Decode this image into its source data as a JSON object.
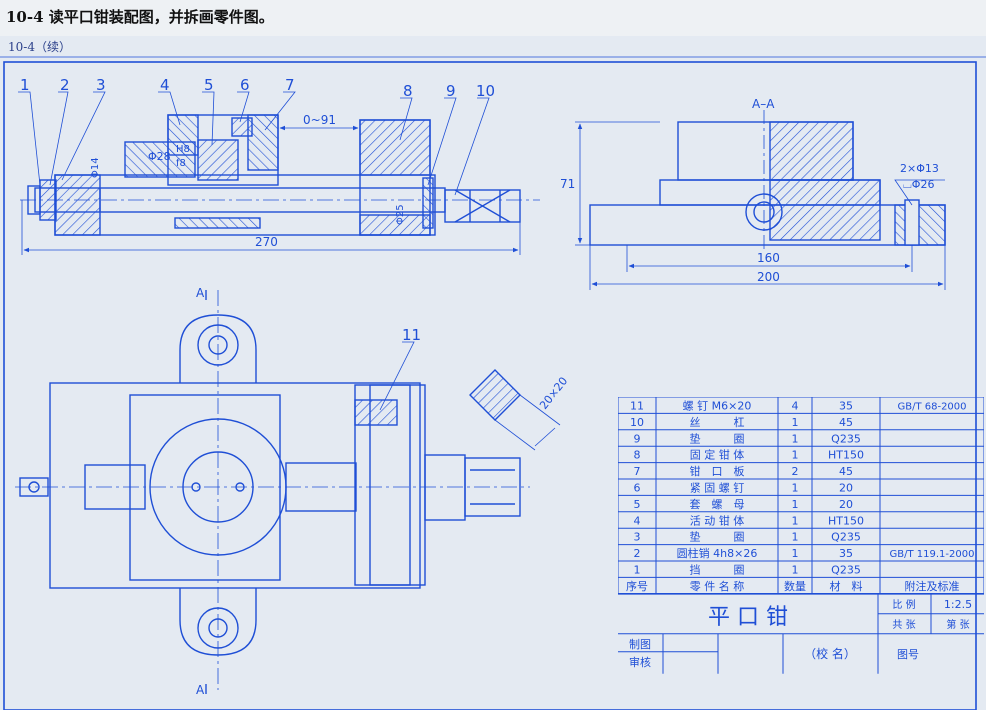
{
  "header": {
    "title": "10-4 读平口钳装配图，并拆画零件图。",
    "subtitle": "10-4（续）"
  },
  "drawing": {
    "line_color": "#1f4fd6",
    "paper_color": "#e4eaf2",
    "balloons": [
      "1",
      "2",
      "3",
      "4",
      "5",
      "6",
      "7",
      "8",
      "9",
      "10",
      "11"
    ],
    "dims": {
      "travel": "0~91",
      "total_length": "270",
      "d28": "Φ28",
      "fit_h8": "H8",
      "fit_f8": "f8",
      "d14": "Φ14",
      "d25": "Φ25",
      "height": "71",
      "inner": "160",
      "outer": "200",
      "holes": "2×Φ13",
      "cbore": "⌴Φ26",
      "square": "20×20"
    },
    "section_label": "A–A",
    "cut_label": "A"
  },
  "bom": {
    "rows": [
      {
        "no": "11",
        "name": "螺 钉 M6×20",
        "qty": "4",
        "mat": "35",
        "note": "GB/T 68-2000"
      },
      {
        "no": "10",
        "name": "丝　　　杠",
        "qty": "1",
        "mat": "45",
        "note": ""
      },
      {
        "no": "9",
        "name": "垫　　　圈",
        "qty": "1",
        "mat": "Q235",
        "note": ""
      },
      {
        "no": "8",
        "name": "固 定 钳 体",
        "qty": "1",
        "mat": "HT150",
        "note": ""
      },
      {
        "no": "7",
        "name": "钳　口　板",
        "qty": "2",
        "mat": "45",
        "note": ""
      },
      {
        "no": "6",
        "name": "紧 固 螺 钉",
        "qty": "1",
        "mat": "20",
        "note": ""
      },
      {
        "no": "5",
        "name": "套　螺　母",
        "qty": "1",
        "mat": "20",
        "note": ""
      },
      {
        "no": "4",
        "name": "活 动 钳 体",
        "qty": "1",
        "mat": "HT150",
        "note": ""
      },
      {
        "no": "3",
        "name": "垫　　　圈",
        "qty": "1",
        "mat": "Q235",
        "note": ""
      },
      {
        "no": "2",
        "name": "圆柱销 4h8×26",
        "qty": "1",
        "mat": "35",
        "note": "GB/T 119.1-2000"
      },
      {
        "no": "1",
        "name": "挡　　　圈",
        "qty": "1",
        "mat": "Q235",
        "note": ""
      }
    ],
    "headers": {
      "no": "序号",
      "name": "零 件 名 称",
      "qty": "数量",
      "mat": "材　料",
      "note": "附注及标准"
    }
  },
  "title_block": {
    "name": "平 口 钳",
    "scale_label": "比 例",
    "scale_value": "1:2.5",
    "sheets_label": "共 张",
    "sheet_no_label": "第 张",
    "drawn": "制图",
    "checked": "审核",
    "school": "（校 名）",
    "drawing_no": "图号"
  }
}
